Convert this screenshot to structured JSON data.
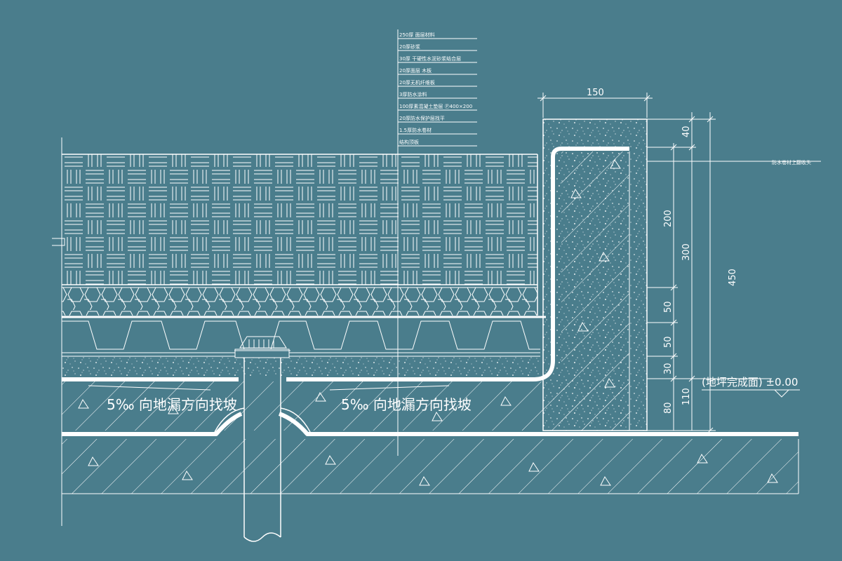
{
  "drawing": {
    "background_color": "#4a7d8c",
    "line_color": "#ffffff",
    "leader_legend": [
      "250厚 面层材料",
      "20厚砂浆",
      "30厚 干硬性水泥砂浆结合层",
      "20厚面层 木板",
      "20厚无机纤维板",
      "3厚防水涂料",
      "100厚素混凝土垫层 Ⓟ400×200",
      "20厚防水保护层找平",
      "1.5厚防水卷材",
      "结构顶板"
    ],
    "dimensions": {
      "top_width": "150",
      "dim_40": "40",
      "dim_200": "200",
      "dim_300": "300",
      "dim_450": "450",
      "dim_50a": "50",
      "dim_50b": "50",
      "dim_30": "30",
      "dim_80": "80",
      "dim_110": "110"
    },
    "right_note": "防水卷材上翻收头",
    "floor_level": "(地坪完成面) ±0.00",
    "slope_note_left": "5‰ 向地漏方向找坡",
    "slope_note_right": "5‰ 向地漏方向找坡"
  }
}
